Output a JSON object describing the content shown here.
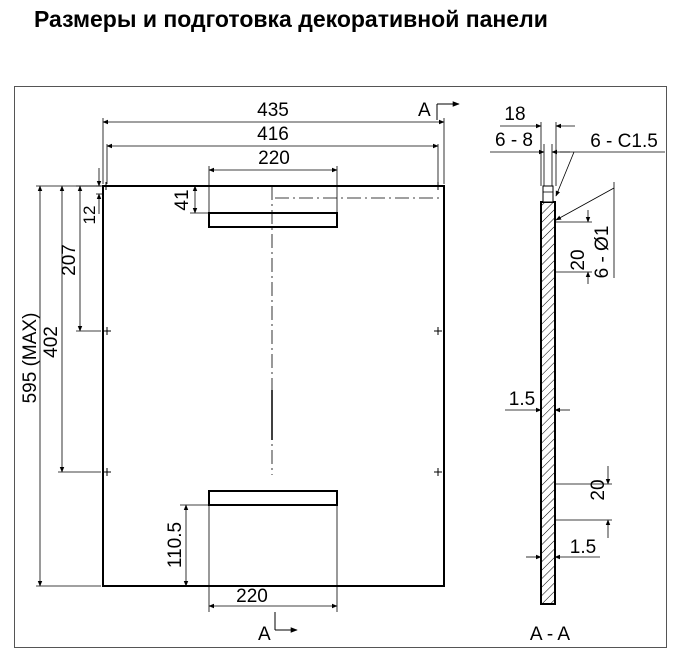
{
  "title": "Размеры и подготовка декоративной панели",
  "front_view": {
    "width_overall": "435",
    "width_holes": "416",
    "handle_width_top": "220",
    "handle_width_bottom": "220",
    "dim_41": "41",
    "dim_12": "12",
    "dim_207": "207",
    "dim_402": "402",
    "dim_max": "595 (MAX)",
    "dim_110_5": "110.5",
    "section_mark_top": "A",
    "section_mark_bottom": "A"
  },
  "section_view": {
    "label": "A - A",
    "dim_18": "18",
    "dim_6_8": "6 - 8",
    "dim_chamfer": "6 - C1.5",
    "dim_hole": "6 - Ø1",
    "dim_20_top": "20",
    "dim_1_5_mid": "1.5",
    "dim_20_bottom": "20",
    "dim_1_5_bottom": "1.5"
  }
}
